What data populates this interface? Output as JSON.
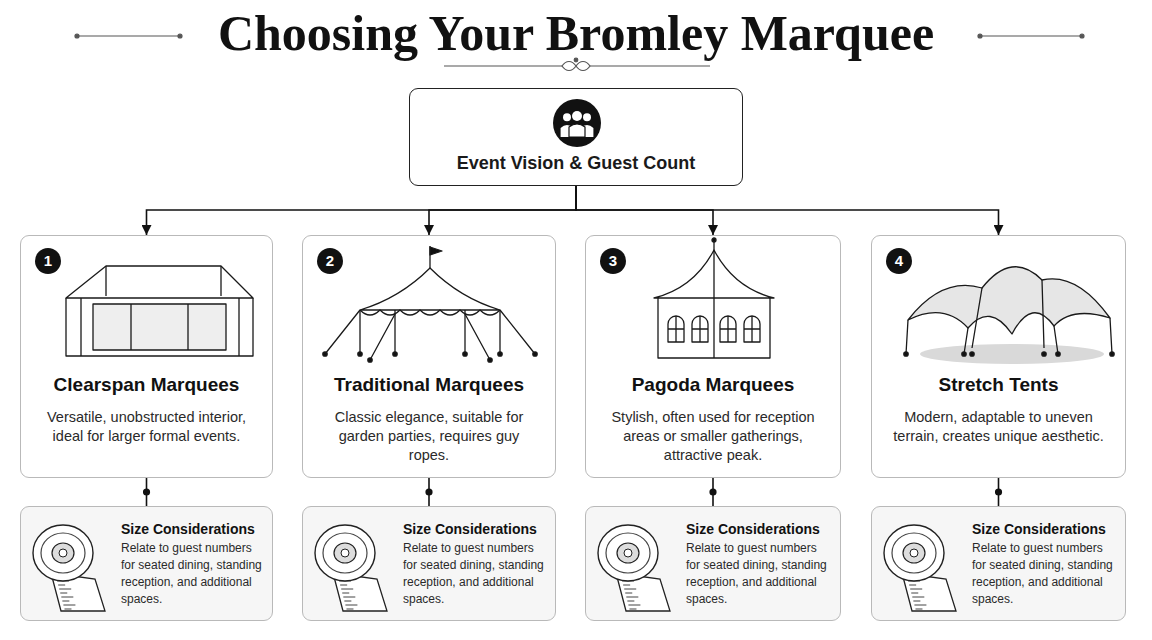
{
  "diagram": {
    "title": "Choosing Your Bromley Marquee",
    "nodes": [
      {
        "text": [
          "Event Vision & Guest Count"
        ]
      },
      {
        "text": [
          "1",
          "Clearspan Marquees",
          "Versatile, unobstructed interior, ideal for larger formal events."
        ]
      },
      {
        "text": [
          "2",
          "Traditional Marquees",
          "Classic elegance, suitable for garden parties, requires guy ropes."
        ]
      },
      {
        "text": [
          "3",
          "Pagoda Marquees",
          "Stylish, often used for reception areas or smaller gatherings, attractive peak."
        ]
      },
      {
        "text": [
          "4",
          "Stretch Tents",
          "Modern, adaptable to uneven terrain, creates unique aesthetic."
        ]
      },
      {
        "text": [
          "Size Considerations",
          "Relate to guest numbers for seated dining, standing reception, and additional spaces."
        ]
      },
      {
        "text": [
          "Size Considerations",
          "Relate to guest numbers for seated dining, standing reception, and additional spaces."
        ]
      },
      {
        "text": [
          "Size Considerations",
          "Relate to guest numbers for seated dining, standing reception, and additional spaces."
        ]
      },
      {
        "text": [
          "Size Considerations",
          "Relate to guest numbers for seated dining, standing reception, and additional spaces."
        ]
      }
    ],
    "edges": [
      {
        "from": 0,
        "to": 1,
        "arrow": "to"
      },
      {
        "from": 0,
        "to": 2,
        "arrow": "to"
      },
      {
        "from": 0,
        "to": 3,
        "arrow": "to"
      },
      {
        "from": 0,
        "to": 4,
        "arrow": "to"
      },
      {
        "from": 1,
        "to": 5,
        "arrow": "none"
      },
      {
        "from": 2,
        "to": 6,
        "arrow": "none"
      },
      {
        "from": 3,
        "to": 7,
        "arrow": "none"
      },
      {
        "from": 4,
        "to": 8,
        "arrow": "none"
      }
    ]
  }
}
